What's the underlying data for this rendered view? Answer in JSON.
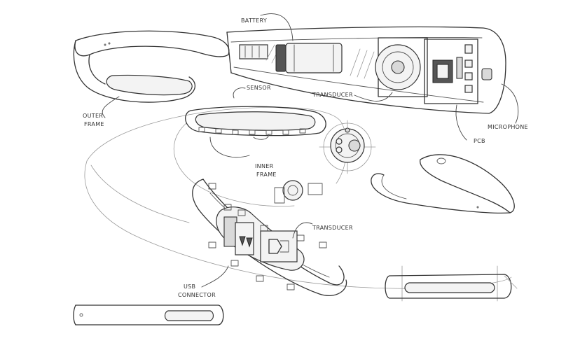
{
  "labels": {
    "battery": "BATTERY",
    "sensor": "SENSOR",
    "transducer_top": "TRANSDUCER",
    "outer_frame_line1": "OUTER",
    "outer_frame_line2": "FRAME",
    "inner_frame_line1": "INNER",
    "inner_frame_line2": "FRAME",
    "microphone": "MICROPHONE",
    "pcb": "PCB",
    "transducer_bottom": "TRANSDUCER",
    "usb_line1": "USB",
    "usb_line2": "CONNECTOR"
  },
  "colors": {
    "ink": "#333333",
    "paper": "#ffffff"
  }
}
